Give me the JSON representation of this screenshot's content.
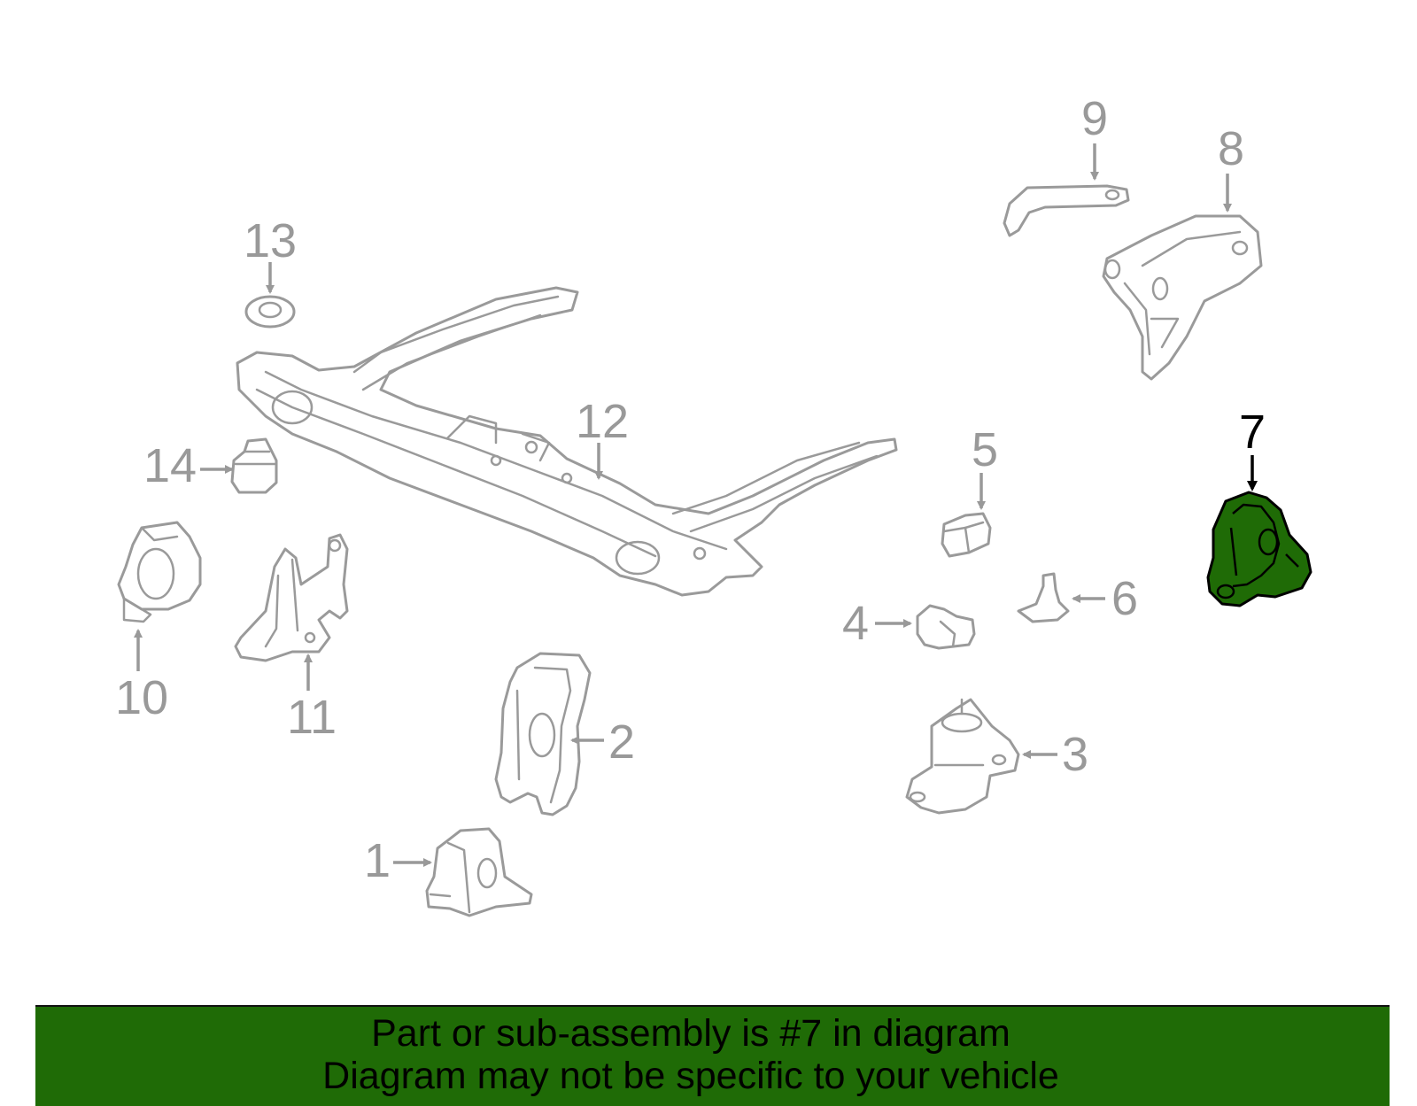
{
  "diagram": {
    "highlight_color": "#1f6b06",
    "highlighted_part": "7",
    "callouts": {
      "c1": "1",
      "c2": "2",
      "c3": "3",
      "c4": "4",
      "c5": "5",
      "c6": "6",
      "c7": "7",
      "c8": "8",
      "c9": "9",
      "c10": "10",
      "c11": "11",
      "c12": "12",
      "c13": "13",
      "c14": "14"
    }
  },
  "banner": {
    "line1": "Part or sub-assembly is #7 in diagram",
    "line2": "Diagram may not be specific to your vehicle",
    "background": "#1f6b06"
  }
}
